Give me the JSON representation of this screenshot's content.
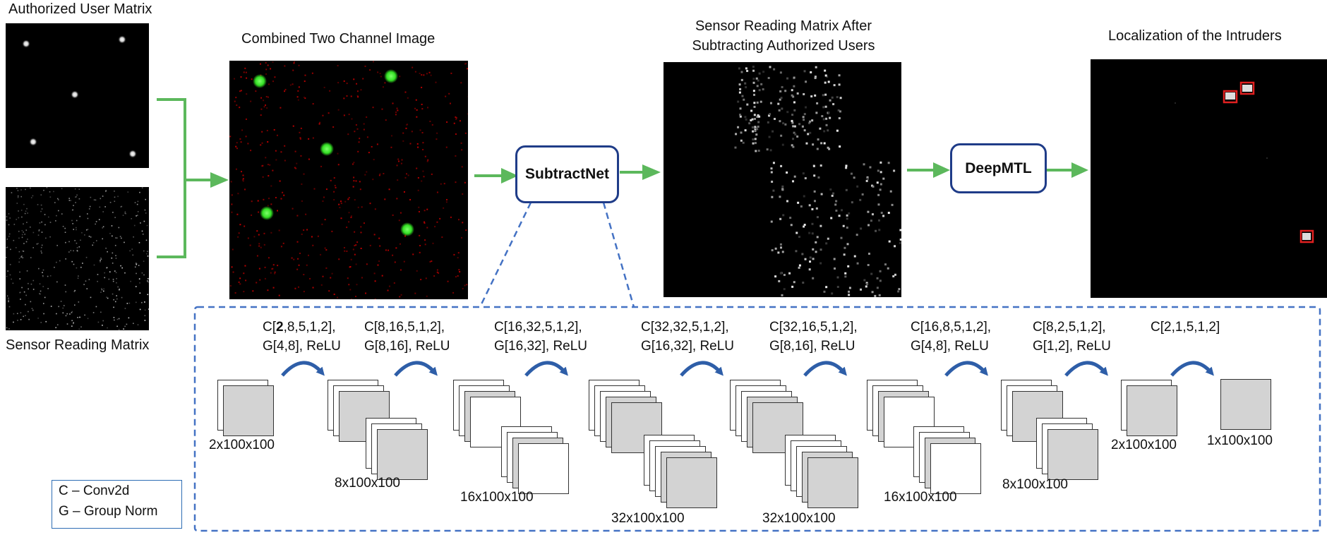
{
  "panels": {
    "authorized": "Authorized User Matrix",
    "sensor": "Sensor Reading Matrix",
    "combined": "Combined Two Channel Image",
    "after_line1": "Sensor Reading Matrix After",
    "after_line2": "Subtracting Authorized Users",
    "localization": "Localization of the Intruders"
  },
  "boxes": {
    "subtractnet": "SubtractNet",
    "deepmtl": "DeepMTL"
  },
  "layers": [
    {
      "line1_pre": "C[",
      "line1_bold": "2",
      "line1_post": ",8,5,1,2],",
      "line2": "G[4,8], ReLU"
    },
    {
      "line1": "C[8,16,5,1,2],",
      "line2": "G[8,16], ReLU"
    },
    {
      "line1": "C[16,32,5,1,2],",
      "line2": "G[16,32], ReLU"
    },
    {
      "line1": "C[32,32,5,1,2],",
      "line2": "G[16,32], ReLU"
    },
    {
      "line1": "C[32,16,5,1,2],",
      "line2": "G[8,16], ReLU"
    },
    {
      "line1": "C[16,8,5,1,2],",
      "line2": "G[4,8], ReLU"
    },
    {
      "line1": "C[8,2,5,1,2],",
      "line2": "G[1,2], ReLU"
    },
    {
      "line1": "C[2,1,5,1,2]"
    }
  ],
  "dims": [
    "2x100x100",
    "8x100x100",
    "16x100x100",
    "32x100x100",
    "32x100x100",
    "16x100x100",
    "8x100x100",
    "2x100x100",
    "1x100x100"
  ],
  "legend": {
    "c": "C – Conv2d",
    "g": "G – Group Norm"
  },
  "colors": {
    "arrow": "#5cb85c",
    "box_border": "#1f3c88",
    "dashed": "#4472c4",
    "curve_arrow": "#2e5ea8",
    "marker": "#e02020"
  }
}
